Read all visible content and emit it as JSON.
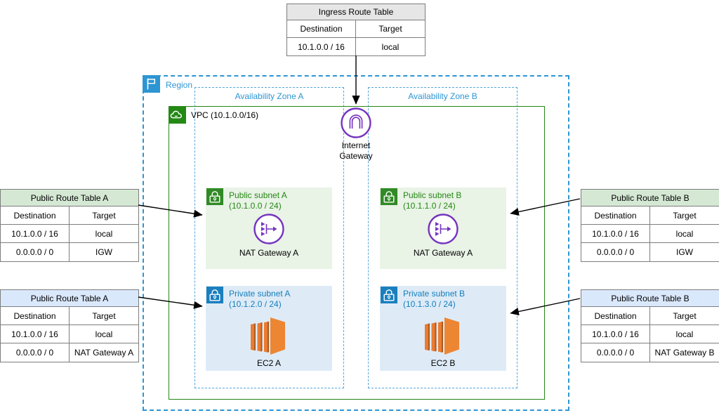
{
  "region": {
    "label": "Region"
  },
  "availability_zones": {
    "a": {
      "label": "Availability Zone A"
    },
    "b": {
      "label": "Availability Zone B"
    }
  },
  "vpc": {
    "label": "VPC (10.1.0.0/16)"
  },
  "internet_gateway": {
    "label": "Internet Gateway"
  },
  "subnets": {
    "public_a": {
      "name": "Public subnet A",
      "cidr": "(10.1.0.0 / 24)",
      "resource": "NAT Gateway A"
    },
    "public_b": {
      "name": "Public subnet B",
      "cidr": "(10.1.1.0 / 24)",
      "resource": "NAT Gateway A"
    },
    "private_a": {
      "name": "Private subnet A",
      "cidr": "(10.1.2.0 / 24)",
      "resource": "EC2 A"
    },
    "private_b": {
      "name": "Private subnet B",
      "cidr": "(10.1.3.0 / 24)",
      "resource": "EC2 B"
    }
  },
  "route_tables": {
    "ingress": {
      "title": "Ingress Route Table",
      "columns": [
        "Destination",
        "Target"
      ],
      "rows": [
        [
          "10.1.0.0 / 16",
          "local"
        ]
      ]
    },
    "public_a": {
      "title": "Public Route Table A",
      "columns": [
        "Destination",
        "Target"
      ],
      "rows": [
        [
          "10.1.0.0 / 16",
          "local"
        ],
        [
          "0.0.0.0 / 0",
          "IGW"
        ]
      ]
    },
    "private_a": {
      "title": "Public Route Table A",
      "columns": [
        "Destination",
        "Target"
      ],
      "rows": [
        [
          "10.1.0.0 / 16",
          "local"
        ],
        [
          "0.0.0.0 / 0",
          "NAT Gateway A"
        ]
      ]
    },
    "public_b": {
      "title": "Public Route Table B",
      "columns": [
        "Destination",
        "Target"
      ],
      "rows": [
        [
          "10.1.0.0 / 16",
          "local"
        ],
        [
          "0.0.0.0 / 0",
          "IGW"
        ]
      ]
    },
    "private_b": {
      "title": "Public Route Table B",
      "columns": [
        "Destination",
        "Target"
      ],
      "rows": [
        [
          "10.1.0.0 / 16",
          "local"
        ],
        [
          "0.0.0.0 / 0",
          "NAT Gateway B"
        ]
      ]
    }
  },
  "colors": {
    "region_blue": "#2E95D3",
    "az_border_blue": "#55A6DA",
    "vpc_green": "#248814",
    "public_subnet_fill": "#E9F3E6",
    "private_subnet_fill": "#DEEBF7",
    "public_icon_green": "#318A26",
    "private_icon_blue": "#1B7FBE",
    "private_text_blue": "#147EBA",
    "gateway_purple": "#7533BF",
    "ec2_orange": "#ED8027",
    "header_gray": "#E6E6E6",
    "header_green": "#D5E8D4",
    "header_blue": "#DAE8FC"
  }
}
